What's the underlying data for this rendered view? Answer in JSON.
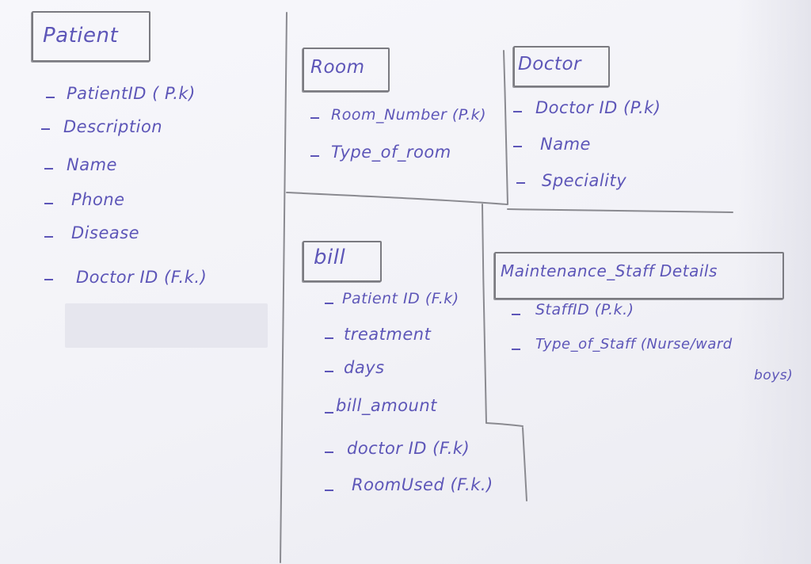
{
  "entities": {
    "patient": {
      "title": "Patient",
      "fields": [
        "PatientID ( P.k)",
        "Description",
        "Name",
        "Phone",
        "Disease",
        "Doctor ID (F.k.)"
      ]
    },
    "room": {
      "title": "Room",
      "fields": [
        "Room_Number (P.k)",
        "Type_of_room"
      ]
    },
    "doctor": {
      "title": "Doctor",
      "fields": [
        "Doctor ID (P.k)",
        "Name",
        "Speciality"
      ]
    },
    "bill": {
      "title": "bill",
      "fields": [
        "Patient ID (F.k)",
        "treatment",
        "days",
        "bill_amount",
        "doctor ID (F.k)",
        "RoomUsed (F.k.)"
      ]
    },
    "maintenance": {
      "title": "Maintenance_Staff Details",
      "fields": [
        "StaffID (P.k.)",
        "Type_of_Staff (Nurse/ward",
        "boys)"
      ]
    }
  },
  "colors": {
    "ink": "#5d56b8",
    "pencil": "#7a7a80",
    "paper": "#f3f3f8"
  }
}
